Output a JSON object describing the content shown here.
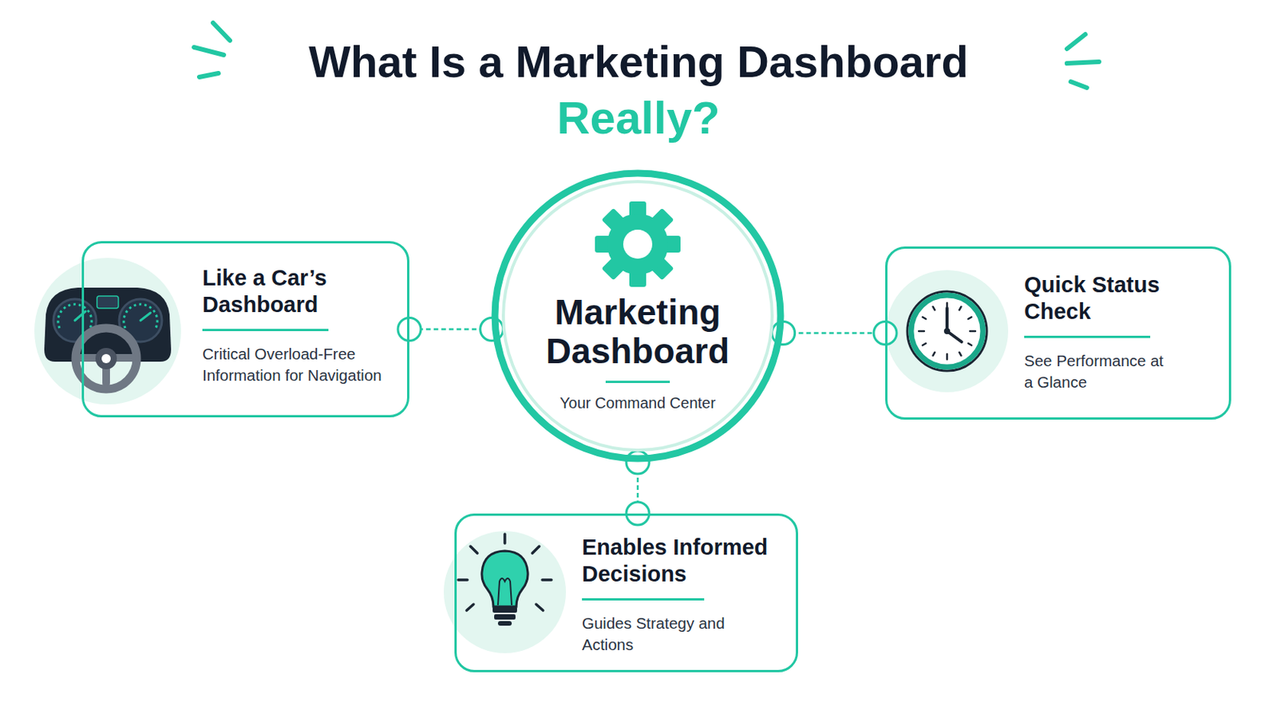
{
  "diagram": {
    "title": "What Is a Marketing Dashboard",
    "nodes": [
      {
        "text": [
          "Marketing Dashboard",
          "Your Command Center"
        ]
      },
      {
        "text": [
          "Like a Car’s Dashboard",
          "Critical Overload-Free Information for Navigation"
        ]
      },
      {
        "text": [
          "Quick Status Check",
          "See Performance at a Glance"
        ]
      },
      {
        "text": [
          "Enables Informed Decisions",
          "Guides Strategy and Actions"
        ]
      }
    ],
    "edges": [
      {
        "from": 0,
        "to": 1,
        "arrow": "none"
      },
      {
        "from": 0,
        "to": 2,
        "arrow": "none"
      },
      {
        "from": 0,
        "to": 3,
        "arrow": "none"
      }
    ],
    "labels": [
      "Really?"
    ]
  }
}
